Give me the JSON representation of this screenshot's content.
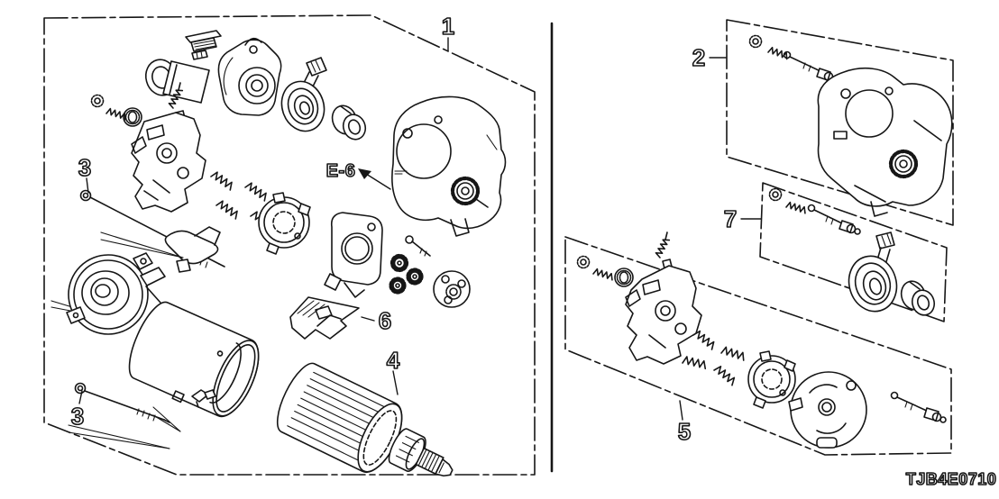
{
  "diagram": {
    "code": "TJB4E0710",
    "reference": "E-6",
    "callouts": {
      "c1": "1",
      "c2": "2",
      "c3a": "3",
      "c3b": "3",
      "c4": "4",
      "c5": "5",
      "c6": "6",
      "c7": "7"
    }
  }
}
